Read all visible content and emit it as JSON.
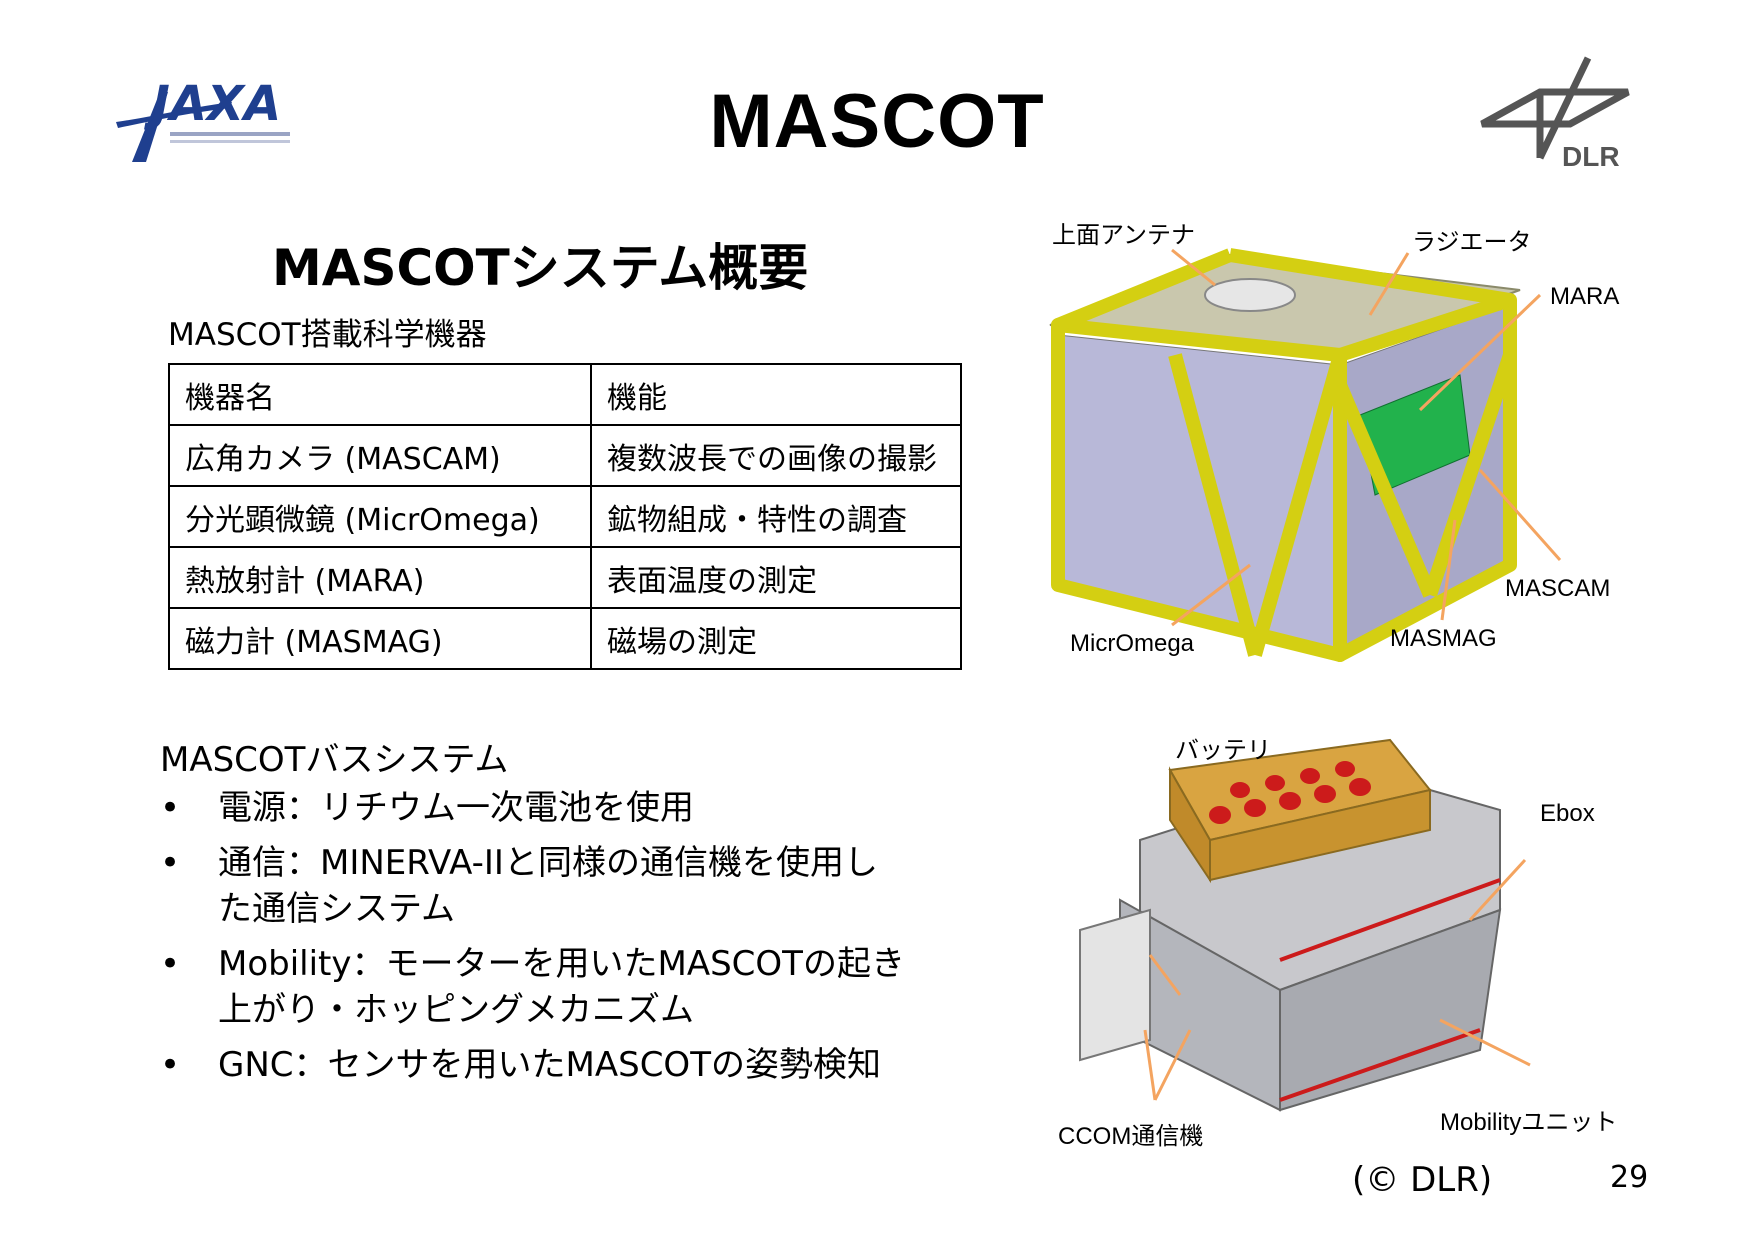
{
  "header": {
    "title": "MASCOT",
    "left_logo": {
      "icon": "jaxa-logo",
      "text": "JAXA"
    },
    "right_logo": {
      "icon": "dlr-logo",
      "text": "DLR"
    }
  },
  "subtitle": "MASCOTシステム概要",
  "instruments_caption": "MASCOT搭載科学機器",
  "instruments_table": {
    "headers": [
      "機器名",
      "機能"
    ],
    "rows": [
      [
        "広角カメラ (MASCAM)",
        "複数波長での画像の撮影"
      ],
      [
        "分光顕微鏡 (MicrOmega)",
        "鉱物組成・特性の調査"
      ],
      [
        "熱放射計 (MARA)",
        "表面温度の測定"
      ],
      [
        "磁力計 (MASMAG)",
        "磁場の測定"
      ]
    ]
  },
  "bus_system": {
    "heading": "MASCOTバスシステム",
    "bullet": "•",
    "items": [
      {
        "lines": [
          "電源：リチウム一次電池を使用"
        ]
      },
      {
        "lines": [
          "通信：MINERVA-IIと同様の通信機を使用し",
          "た通信システム"
        ]
      },
      {
        "lines": [
          "Mobility：モーターを用いたMASCOTの起き",
          "上がり・ホッピングメカニズム"
        ]
      },
      {
        "lines": [
          "GNC：センサを用いたMASCOTの姿勢検知"
        ]
      }
    ]
  },
  "figure_top": {
    "labels": {
      "antenna": "上面アンテナ",
      "radiator": "ラジエータ",
      "mara": "MARA",
      "mascam": "MASCAM",
      "micromega": "MicrOmega",
      "masmag": "MASMAG"
    },
    "colors": {
      "frame": "#d4cf12",
      "arrow": "#f4a460",
      "board": "#22b24c"
    }
  },
  "figure_bottom": {
    "labels": {
      "battery": "バッテリ",
      "ebox": "Ebox",
      "ccom": "CCOM通信機",
      "mobility": "Mobilityユニット"
    },
    "colors": {
      "battery_block": "#d9a441",
      "highlight": "#cc1b1b"
    }
  },
  "footer": {
    "copyright": "(© DLR)",
    "page_number": "29"
  },
  "colors": {
    "jaxa_blue": "#1f3f8f",
    "dlr_gray": "#555555"
  }
}
